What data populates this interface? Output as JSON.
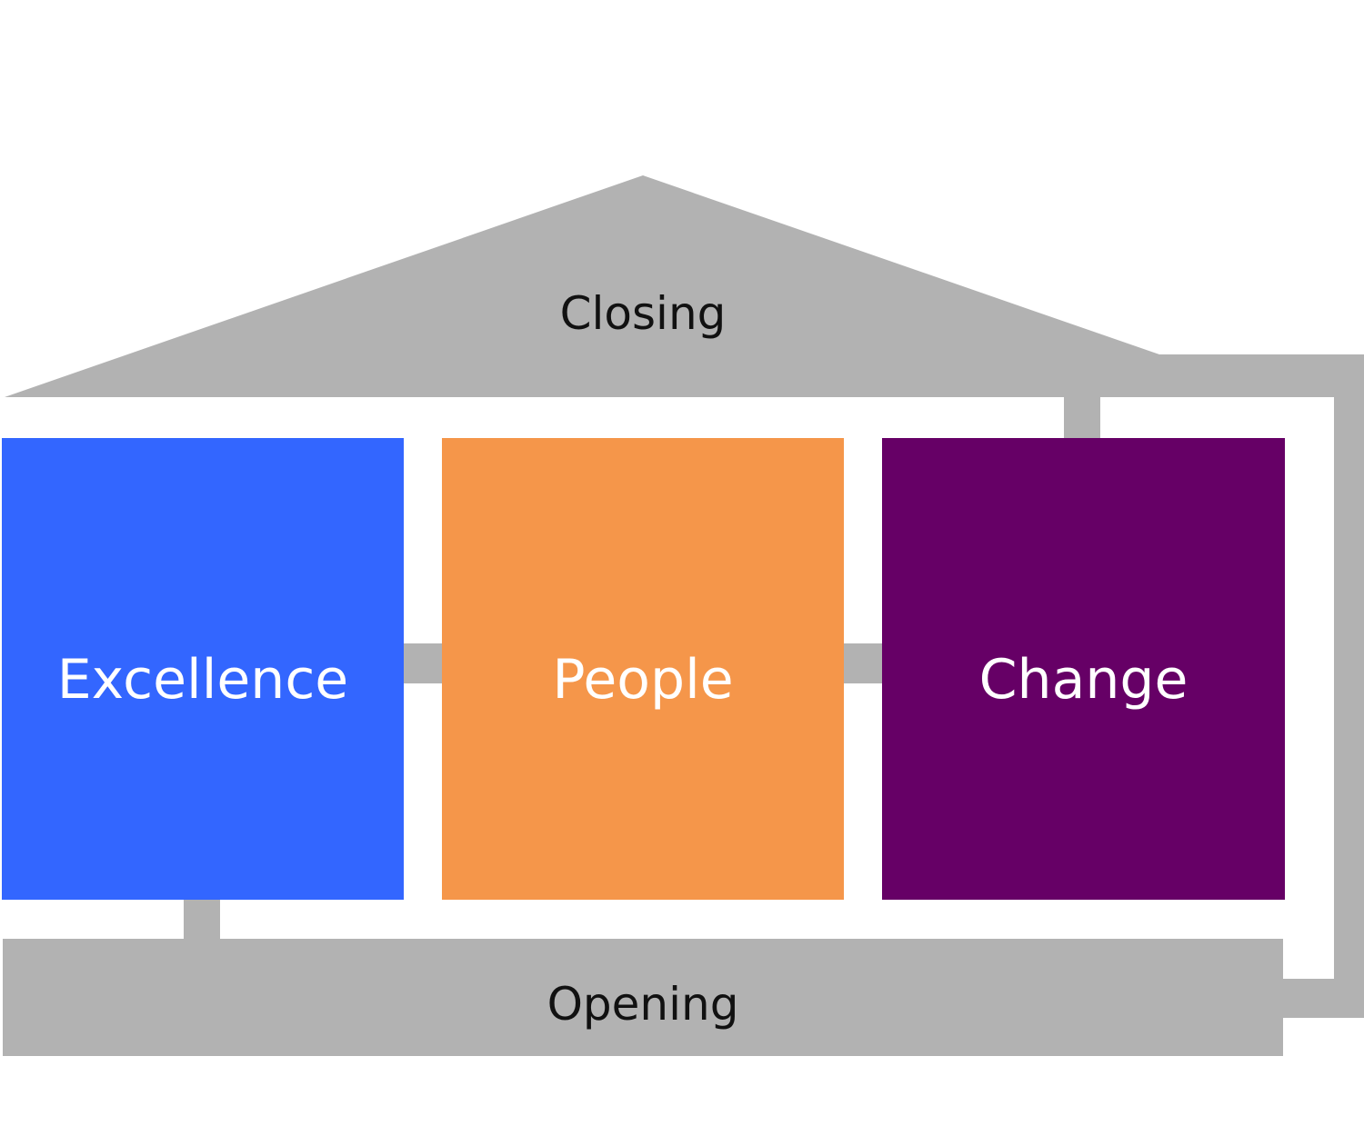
{
  "diagram": {
    "roof": {
      "label": "Closing"
    },
    "base": {
      "label": "Opening"
    },
    "pillars": [
      {
        "label": "Excellence",
        "color": "#3366ff"
      },
      {
        "label": "People",
        "color": "#f5964a"
      },
      {
        "label": "Change",
        "color": "#660066"
      }
    ],
    "connector_color": "#b2b2b2"
  }
}
